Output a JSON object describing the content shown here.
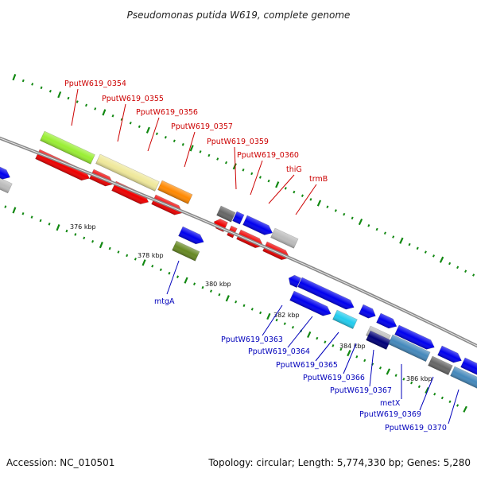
{
  "title": "Pseudomonas putida W619, complete genome",
  "accession": "Accession: NC_010501",
  "summary": "Topology: circular; Length: 5,774,330 bp; Genes: 5,280",
  "ruler_labels": [
    "376 kbp",
    "378 kbp",
    "380 kbp",
    "382 kbp",
    "384 kbp",
    "386 kbp"
  ],
  "gene_labels_top": [
    "PputW619_0354",
    "PputW619_0355",
    "PputW619_0356",
    "PputW619_0357",
    "PputW619_0359",
    "PputW619_0360",
    "thiG",
    "trmB"
  ],
  "gene_labels_bottom": [
    "mtgA",
    "PputW619_0363",
    "PputW619_0364",
    "PputW619_0365",
    "PputW619_0366",
    "PputW619_0367",
    "metX",
    "PputW619_0369",
    "PputW619_0370"
  ],
  "colors": {
    "label_top": "#cc0000",
    "label_bottom": "#0000bb",
    "backbone": "#888888",
    "tick": "#118811",
    "feature_red": "#ee0000",
    "feature_blue": "#0000ee",
    "feature_yellow": "#efe89a",
    "feature_lime": "#99ee33",
    "feature_orange": "#ff8800",
    "feature_olive": "#668822",
    "feature_cyan": "#22ccee",
    "feature_steel": "#4488bb",
    "feature_gray": "#bbbbbb",
    "feature_darkgray": "#666666",
    "feature_navy": "#000077"
  }
}
